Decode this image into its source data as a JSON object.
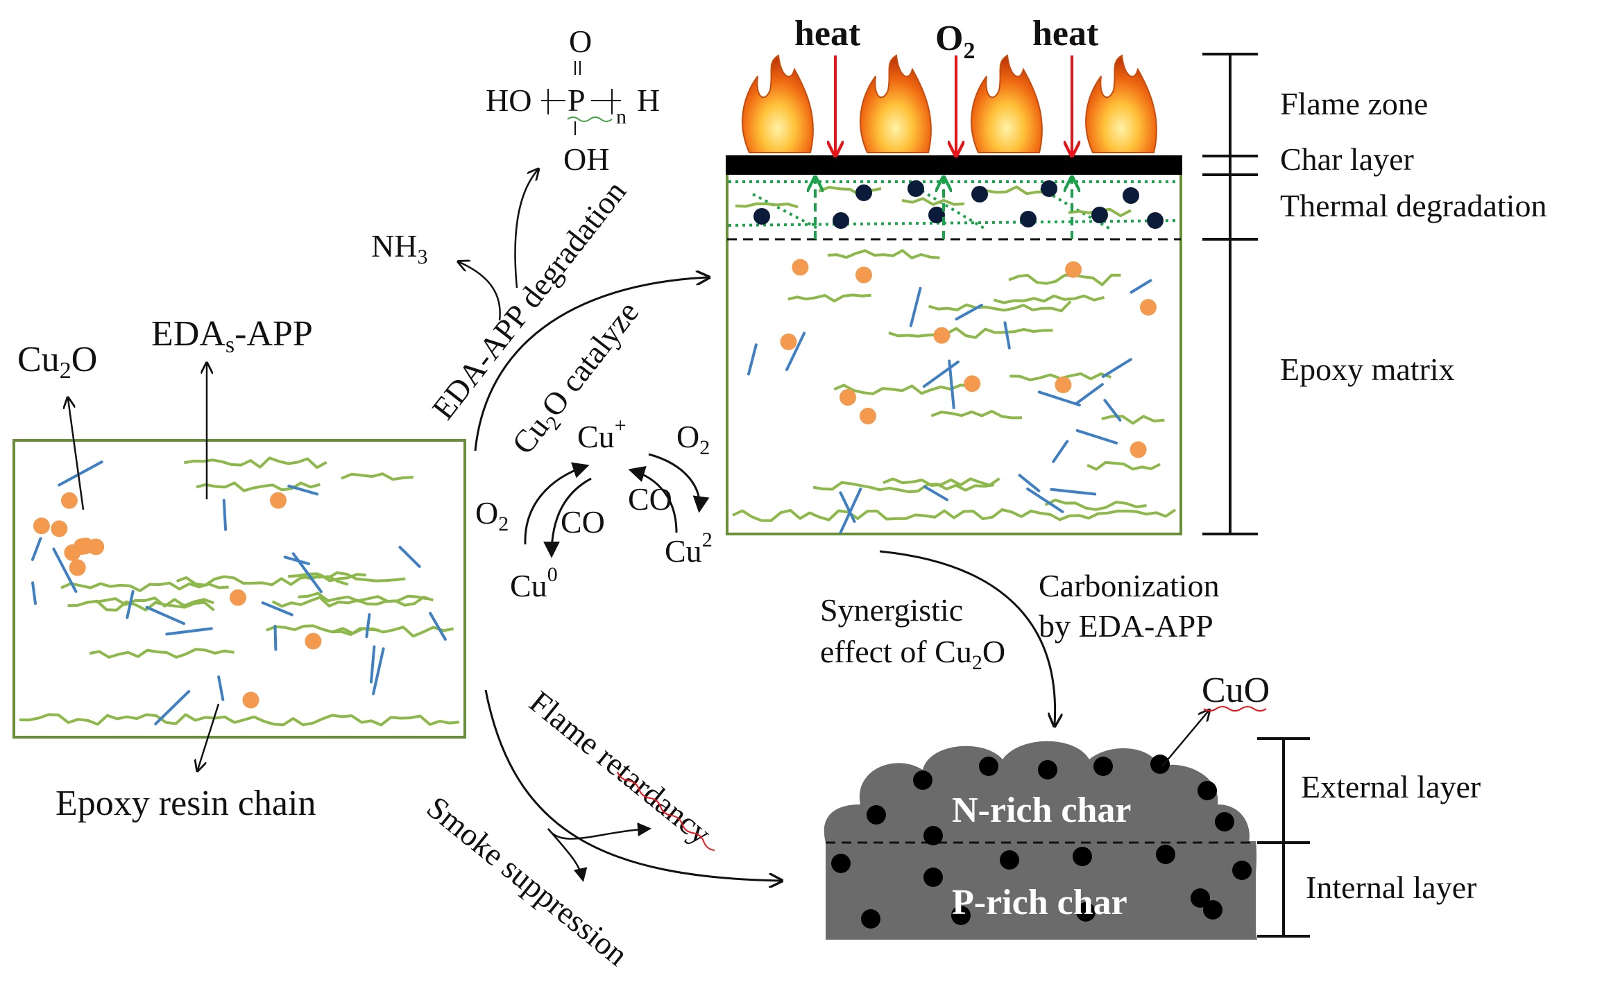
{
  "labels": {
    "heat_left": "heat",
    "o2_top": "O",
    "o2_top_sub": "2",
    "heat_right": "heat",
    "flame_zone": "Flame zone",
    "char_layer": "Char layer",
    "thermal_degradation": "Thermal  degradation",
    "epoxy_matrix": "Epoxy matrix",
    "cu2o": "Cu",
    "cu2o_sub": "2",
    "cu2o_o": "O",
    "eda_app": "EDA",
    "eda_app_sub": "s",
    "eda_app_rest": "-APP",
    "nh3": "NH",
    "nh3_sub": "3",
    "epoxy_resin_chain": "Epoxy resin chain",
    "eda_app_degradation": "EDA-APP degradation",
    "cu2o_catalyze_a": "Cu",
    "cu2o_catalyze_sub": "2",
    "cu2o_catalyze_b": "O catalyze",
    "cu_plus": "Cu",
    "cu_plus_sup": "+",
    "cu0": "Cu",
    "cu0_sup": "0",
    "cu2": "Cu",
    "cu2_sup": "2",
    "o2_left": "O",
    "o2_left_sub": "2",
    "co_left": "CO",
    "o2_right": "O",
    "o2_right_sub": "2",
    "co_right": "CO",
    "synergistic_1": "Synergistic",
    "synergistic_2a": "effect of Cu",
    "synergistic_2sub": "2",
    "synergistic_2b": "O",
    "carbonization_1": "Carbonization",
    "carbonization_2": "by EDA-APP",
    "cuo": "CuO",
    "n_rich_char": "N-rich char",
    "p_rich_char": "P-rich char",
    "external_layer": "External layer",
    "internal_layer": "Internal layer",
    "flame_retardancy": "Flame retardancy",
    "smoke_suppression": "Smoke suppression",
    "chem_o": "O",
    "chem_p": "P",
    "chem_ho": "HO",
    "chem_h": "H",
    "chem_oh": "OH",
    "chem_n": "n"
  },
  "colors": {
    "chain": "#8db84a",
    "rod": "#3f7fc4",
    "particle": "#f39a4f",
    "box_border": "#6a8f3a",
    "arrow_red": "#e8141a",
    "arrow_green": "#1aa34a",
    "char_gray": "#6b6b6b",
    "dot_dark": "#0b1b3a"
  }
}
